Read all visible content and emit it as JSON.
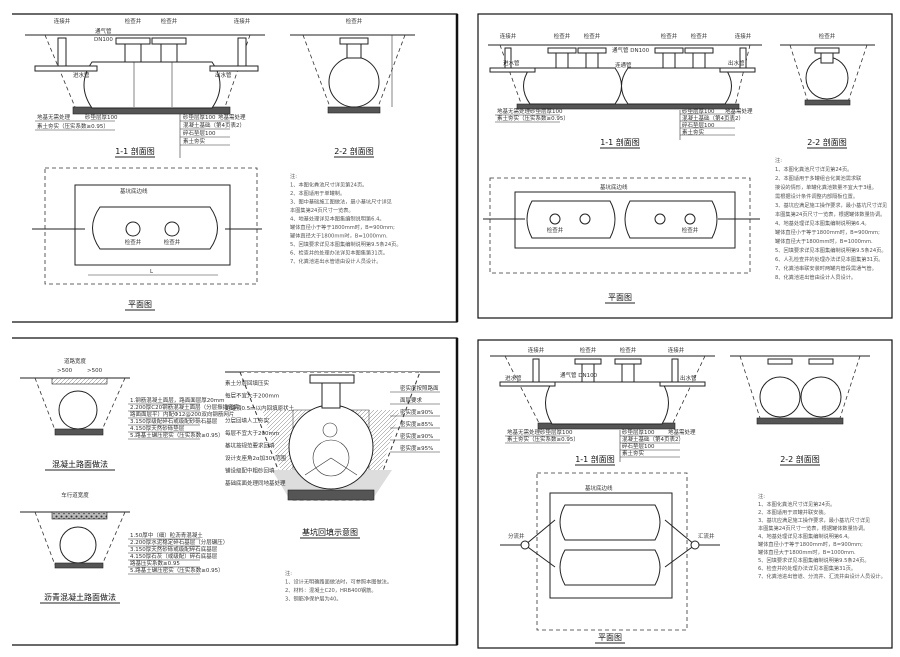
{
  "sheet1": {
    "top_labels": [
      "连接井",
      "检查井",
      "检查井",
      "连接井"
    ],
    "vent": "通气管",
    "vent_size": "DN100",
    "inlet": "进水管",
    "outlet": "出水管",
    "bottom_labels_left": [
      "地基无需处理",
      "砂垫层厚100",
      "素土夯实（压实系数≥0.95）"
    ],
    "bottom_labels_right": [
      "砂垫层厚100",
      "混凝土基础（第4页表2）",
      "碎石垫层100",
      "素土夯实"
    ],
    "right_label": "地基需处理",
    "section_2_label": "检查井",
    "title_11": "1-1 剖面图",
    "title_22": "2-2 剖面图",
    "plan_edge": "基坑底边线",
    "plan_wells": [
      "检查井",
      "检查井"
    ],
    "plan_dim": "L",
    "plan_title": "平面图",
    "notes": [
      "注:",
      "1、本图化粪池尺寸详见第24页。",
      "2、本图适用于单罐制。",
      "3、图中基础施工图做法，最小基坑尺寸详见",
      "本图集第24页尺寸一览表。",
      "4、地基处理详见本图集编制说明第6.4。",
      "罐体直径小于等于1800mm时，B=900mm;",
      "罐体直径大于1800mm时，B=1000mm.",
      "5、回填要求详见本图集编制说明第9.5条24页。",
      "6、检查井的处理办法详见本图集第31页。",
      "7、化粪池进出水管道由设计人员设计。"
    ]
  },
  "sheet2": {
    "top_labels": [
      "连接井",
      "检查井",
      "检查井",
      "检查井",
      "检查井",
      "连接井"
    ],
    "vent": "通气管 DN100",
    "connect_pipe": "连通管",
    "inlet": "进水管",
    "outlet": "出水管",
    "bottom_labels_left": [
      "地基无需处理",
      "砂垫层厚100",
      "素土夯实（压实系数≥0.95）"
    ],
    "bottom_labels_right": [
      "砂垫层厚100",
      "混凝土基础（第4页表2）",
      "碎石垫层100",
      "素土夯实"
    ],
    "right_label": "地基需处理",
    "section_2_label": "检查井",
    "title_11": "1-1 剖面图",
    "title_22": "2-2 剖面图",
    "plan_edge": "基坑底边线",
    "plan_wells": [
      "检查井",
      "检查井"
    ],
    "plan_title": "平面图",
    "notes": [
      "注:",
      "1、本图化粪池尺寸详见第24页。",
      "2、本图适用于多罐组合化粪池需求联",
      "接设的情形，单罐化粪池数量不宜大于3组。",
      "需根据设计条件调整内部隔板位置。",
      "3、基坑应满足施工操作要求，最小基坑尺寸详见",
      "本图集第24页尺寸一览表，根据罐体数量协调。",
      "4、地基处理详见本图集编制说明第6.4。",
      "罐体直径小于等于1800mm时，B=900mm;",
      "罐体直径大于1800mm时，B=1000mm.",
      "5、回填要求详见本图集编制说明第9.5条24页。",
      "6、人孔检查井的处理办法详见本图集第31页。",
      "7、化粪池串联安装时两罐内管段需通气管。",
      "8、化粪池进出管由设计人员设计。"
    ]
  },
  "sheet3": {
    "road_width": "道路宽度",
    "min_clear": [
      ">500",
      ">500"
    ],
    "concrete_layers": [
      "1.钢筋混凝土面层，路面面层厚20mm",
      "2.200厚C20钢筋混凝土面层（分层振捣密实，",
      "路面面层平）内配Φ12@200双向钢筋网片",
      "3.150厚级配碎石或级配砂砾石基层",
      "4.150厚天然砂砾垫层",
      "5.路基土碾压密实（压实系数≥0.95）"
    ],
    "concrete_title": "混凝土路面做法",
    "road_width_2": "车行道宽度",
    "asphalt_layers": [
      "1.50厚中（细）粒沥青混凝土",
      "2.200厚水泥稳定碎石基层（分层碾压）",
      "3.150厚天然砂砾或级配碎石底基层",
      "4.150厚石灰（或级配）碎石底基层",
      "路基压实系数≥0.95",
      "5.路基土碾压密实（压实系数≥0.95）"
    ],
    "asphalt_title": "沥青混凝土路面做法",
    "fill_left": [
      "素土分层回填压实",
      "每层不宜大于200mm",
      "距罐顶0.5m以内回填原状土",
      "分层回填人工夯实",
      "每层不宜大于200mm",
      "基坑按规范要求回填",
      "设计支座角2α加30°范围",
      "铺设级配中粗砂回填",
      "基础底面处理同地基处理"
    ],
    "fill_right": [
      "密实度按照路面",
      "面层要求",
      "密实度≥90%",
      "密实度≥85%",
      "密实度≥90%",
      "密实度≥95%"
    ],
    "fill_title": "基坑回填示意图",
    "notes": [
      "注:",
      "1、设计无明确路面做法时，可参照本图做法。",
      "2、材料：混凝土C20，HRB400钢筋。",
      "3、钢筋净保护层为40。"
    ]
  },
  "sheet4": {
    "top_labels": [
      "连接井",
      "检查井",
      "检查井",
      "连接井"
    ],
    "vent": "通气管 DN100",
    "inlet": "进水管",
    "outlet": "出水管",
    "bottom_labels_left": [
      "地基无需处理",
      "砂垫层厚100",
      "素土夯实（压实系数≥0.95）"
    ],
    "bottom_labels_right": [
      "砂垫层厚100",
      "混凝土基础（第4页表2）",
      "碎石垫层100",
      "素土夯实"
    ],
    "right_label": "地基需处理",
    "title_11": "1-1 剖面图",
    "title_22": "2-2 剖面图",
    "plan_edge": "基坑底边线",
    "plan_side": [
      "分流井",
      "汇流井"
    ],
    "plan_title": "平面图",
    "notes": [
      "注:",
      "1、本图化粪池尺寸详见第24页。",
      "2、本图适用于双罐并联安装。",
      "3、基坑应满足施工操作要求，最小基坑尺寸详见",
      "本图集第24页尺寸一览表，根据罐体数量协调。",
      "4、地基处理详见本图集编制说明第6.4。",
      "罐体直径小于等于1800mm时，B=900mm;",
      "罐体直径大于1800mm时，B=1000mm.",
      "5、回填要求详见本图集编制说明第9.5条24页。",
      "6、检查井的处理办法详见本图集第31页。",
      "7、化粪池进出管道、分流井、汇流井由设计人员设计。"
    ]
  }
}
